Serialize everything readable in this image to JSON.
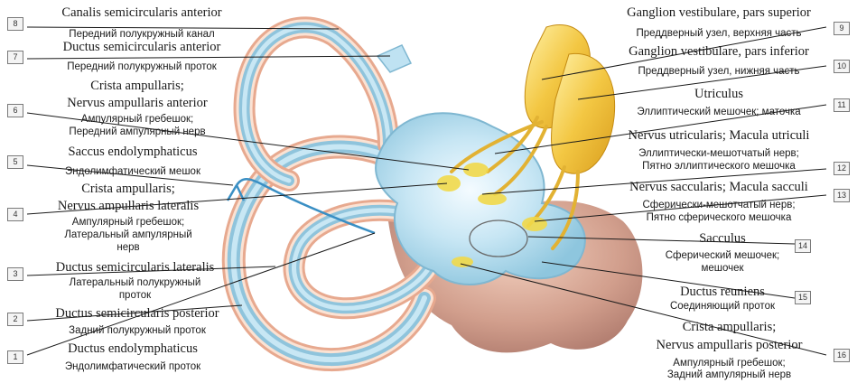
{
  "labels": {
    "l1": {
      "num": "1",
      "lat": "Ductus endolymphaticus",
      "ru": [
        "Эндолимфатический проток"
      ]
    },
    "l2": {
      "num": "2",
      "lat": "Ductus semicircularis posterior",
      "ru": [
        "Задний полукружный проток"
      ]
    },
    "l3": {
      "num": "3",
      "lat": "Ductus semicircularis lateralis",
      "ru": [
        "Латеральный полукружный",
        "проток"
      ]
    },
    "l4": {
      "num": "4",
      "lat": [
        "Crista ampullaris;",
        "Nervus ampullaris lateralis"
      ],
      "ru": [
        "Ампулярный гребешок;",
        "Латеральный ампулярный",
        "нерв"
      ]
    },
    "l5": {
      "num": "5",
      "lat": "Saccus endolymphaticus",
      "ru": [
        "Эндолимфатический мешок"
      ]
    },
    "l6": {
      "num": "6",
      "lat": [
        "Crista ampullaris;",
        "Nervus ampullaris anterior"
      ],
      "ru": [
        "Ампулярный гребешок;",
        "Передний ампулярный нерв"
      ]
    },
    "l7": {
      "num": "7",
      "lat": "Ductus semicircularis anterior",
      "ru": [
        "Передний полукружный проток"
      ]
    },
    "l8": {
      "num": "8",
      "lat": "Canalis semicircularis anterior",
      "ru": [
        "Передний полукружный канал"
      ]
    },
    "l9": {
      "num": "9",
      "lat": "Ganglion vestibulare, pars superior",
      "ru": [
        "Преддверный узел, верхняя часть"
      ]
    },
    "l10": {
      "num": "10",
      "lat": "Ganglion vestibulare, pars inferior",
      "ru": [
        "Преддверный узел, нижняя часть"
      ]
    },
    "l11": {
      "num": "11",
      "lat": "Utriculus",
      "ru": [
        "Эллиптический мешочек; маточка"
      ]
    },
    "l12": {
      "num": "12",
      "lat": "Nervus utricularis; Macula utriculi",
      "ru": [
        "Эллиптически-мешотчатый нерв;",
        "Пятно эллиптического мешочка"
      ]
    },
    "l13": {
      "num": "13",
      "lat": "Nervus saccularis; Macula sacculi",
      "ru": [
        "Сферически-мешотчатый нерв;",
        "Пятно сферического мешочка"
      ]
    },
    "l14": {
      "num": "14",
      "lat": "Sacculus",
      "ru": [
        "Сферический мешочек;",
        "мешочек"
      ]
    },
    "l15": {
      "num": "15",
      "lat": "Ductus reuniens",
      "ru": [
        "Соединяющий проток"
      ]
    },
    "l16": {
      "num": "16",
      "lat": [
        "Crista ampullaris;",
        "Nervus ampullaris posterior"
      ],
      "ru": [
        "Ампулярный гребешок;",
        "Задний ампулярный нерв"
      ]
    }
  }
}
